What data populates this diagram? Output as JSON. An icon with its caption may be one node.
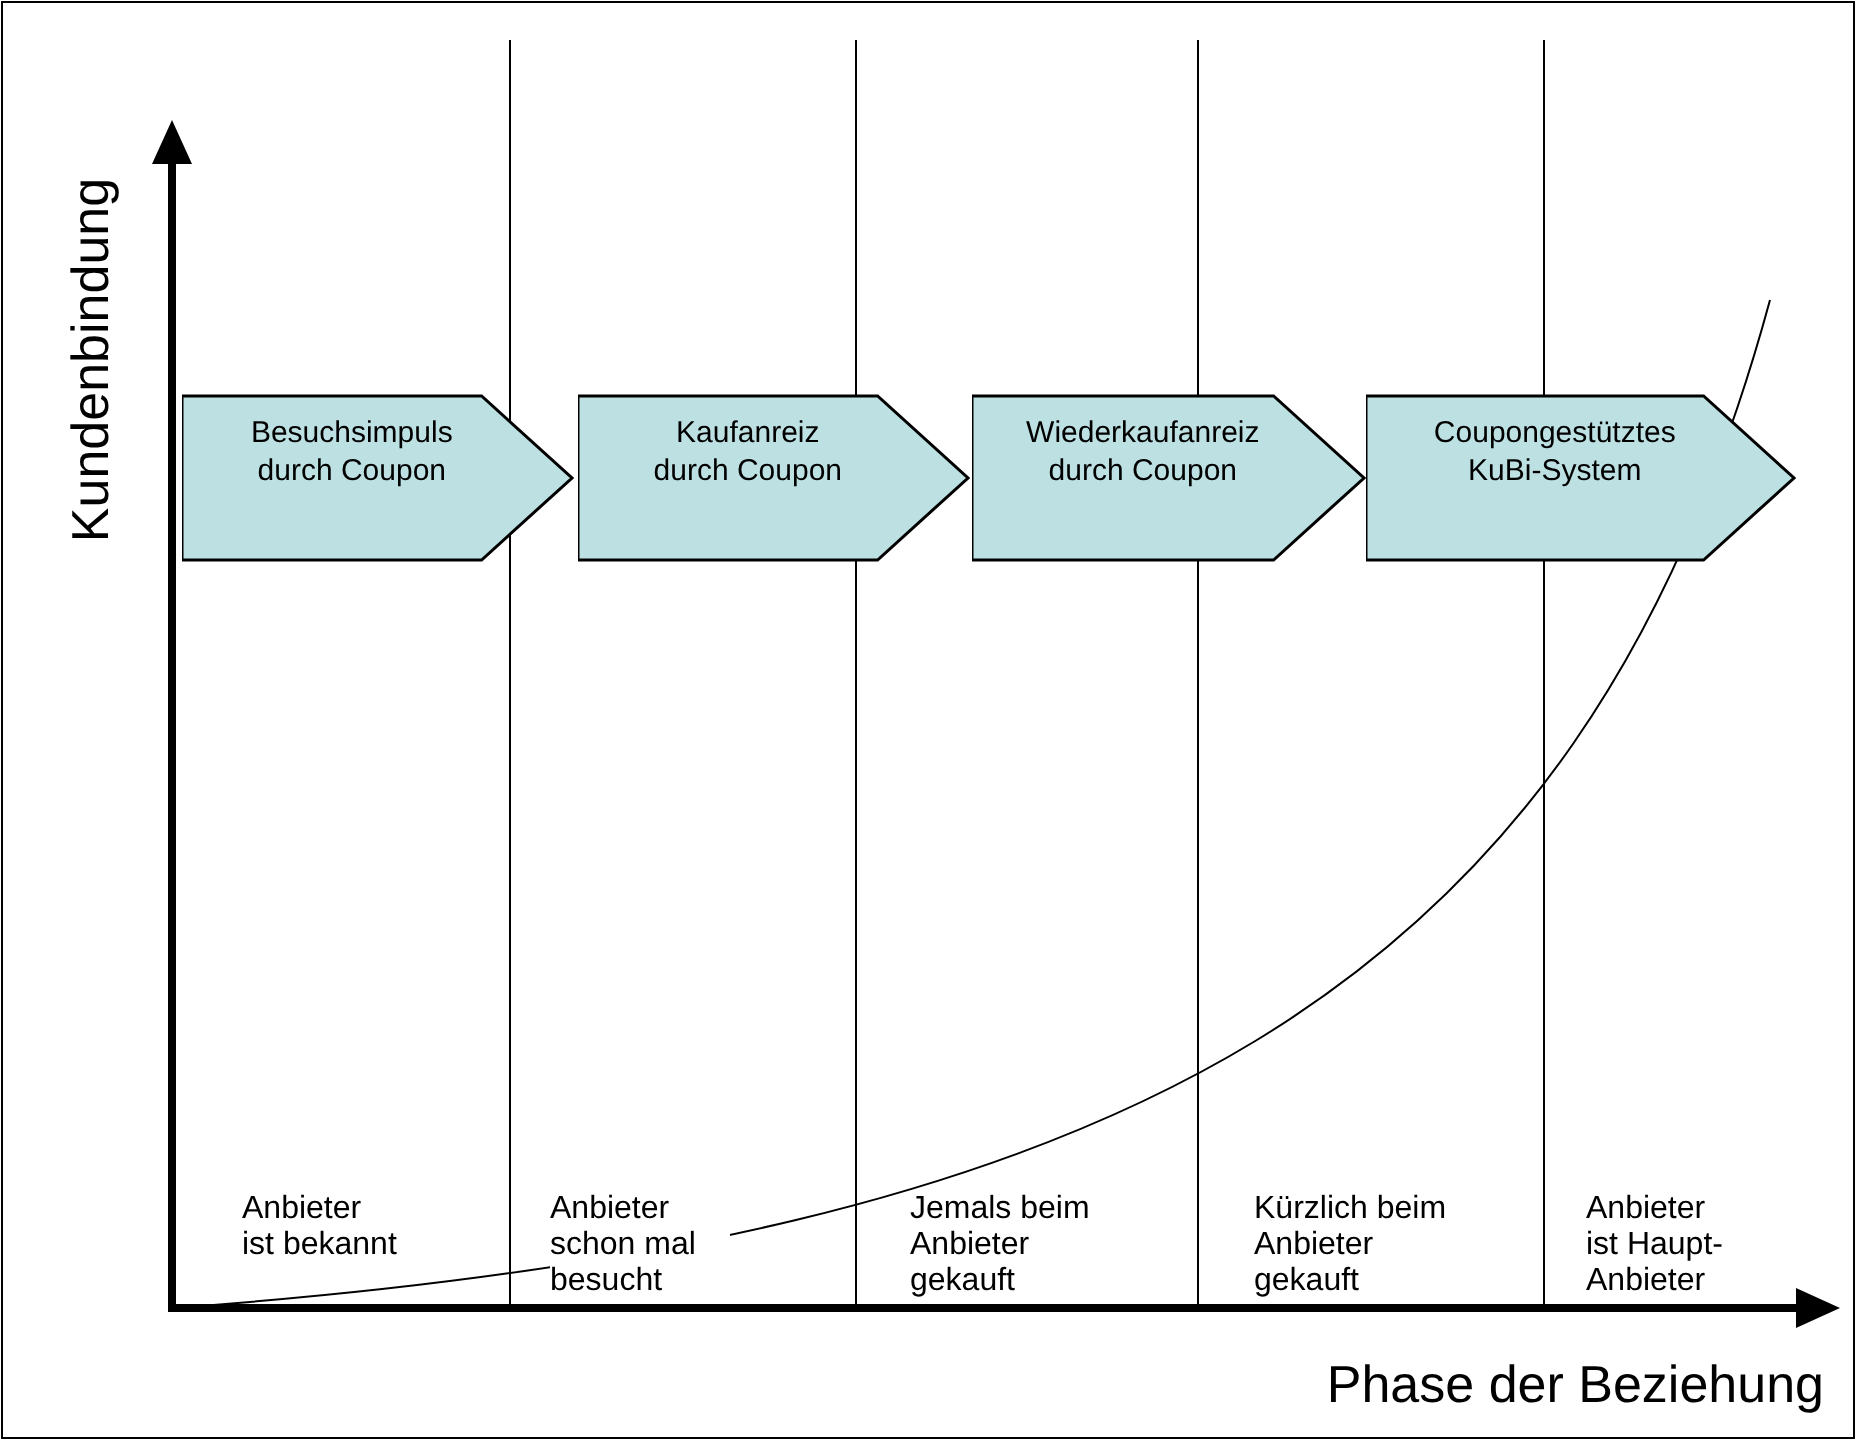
{
  "diagram": {
    "nodes": [
      {
        "text": [
          "Besuchsimpuls durch Coupon"
        ]
      },
      {
        "text": [
          "Kaufanreiz durch Coupon"
        ]
      },
      {
        "text": [
          "Wiederkaufanreiz durch Coupon"
        ]
      },
      {
        "text": [
          "Coupongestütztes KuBi-System"
        ]
      }
    ],
    "labels": [
      "Kundenbindung",
      "Anbieter ist bekannt",
      "Anbieter schon mal besucht",
      "Jemals beim Anbieter gekauft",
      "Kürzlich beim Anbieter gekauft",
      "Anbieter ist Haupt- Anbieter",
      "Phase der Beziehung"
    ]
  }
}
